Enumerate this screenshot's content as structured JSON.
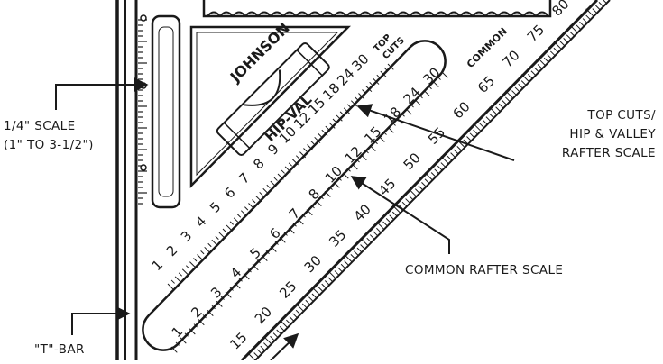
{
  "callouts": {
    "quarter_scale": {
      "line1": "1/4\" SCALE",
      "line2": "(1\" TO 3-1/2\")"
    },
    "top_cuts": {
      "line1": "TOP CUTS/",
      "line2": "HIP & VALLEY",
      "line3": "RAFTER SCALE"
    },
    "common_rafter": {
      "line1": "COMMON RAFTER SCALE"
    },
    "t_bar": {
      "line1": "\"T\"-BAR"
    }
  },
  "tool_labels": {
    "brand": "JOHNSON",
    "top_cuts_line1": "TOP",
    "top_cuts_line2": "CUTS",
    "common": "COMMON",
    "hip_val": "HIP-VAL"
  },
  "scales": {
    "hip_valley": [
      1,
      2,
      3,
      4,
      5,
      6,
      7,
      8,
      9,
      10,
      12,
      15,
      18,
      24,
      30
    ],
    "common": [
      1,
      2,
      3,
      4,
      5,
      6,
      7,
      8,
      10,
      12,
      15,
      18,
      24,
      30
    ],
    "degrees": [
      15,
      20,
      25,
      30,
      35,
      40,
      45,
      50,
      55,
      60,
      65,
      70,
      75,
      80
    ]
  },
  "colors": {
    "ink": "#1a1a1a",
    "background": "#ffffff"
  }
}
